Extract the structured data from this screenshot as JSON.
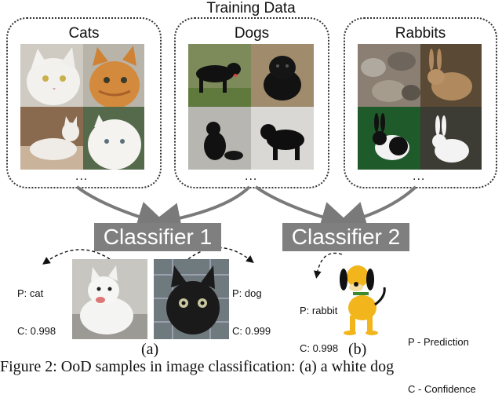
{
  "figure": {
    "title": "Training Data",
    "groups": [
      {
        "label": "Cats",
        "more": "..."
      },
      {
        "label": "Dogs",
        "more": "..."
      },
      {
        "label": "Rabbits",
        "more": "..."
      }
    ],
    "classifiers": [
      "Classifier 1",
      "Classifier 2"
    ],
    "samples": [
      {
        "prediction": "P: cat",
        "confidence": "C: 0.998"
      },
      {
        "prediction": "P: dog",
        "confidence": "C: 0.999"
      },
      {
        "prediction": "P: rabbit",
        "confidence": "C: 0.998"
      }
    ],
    "legend": {
      "p": "P - Prediction",
      "c": "C - Confidence"
    },
    "panels": [
      "(a)",
      "(b)"
    ],
    "caption": "Figure 2: OoD samples in image classification: (a) a white dog"
  },
  "colors": {
    "classifier_bg": "#7f7f7f",
    "arrow": "#7a7a7a"
  }
}
